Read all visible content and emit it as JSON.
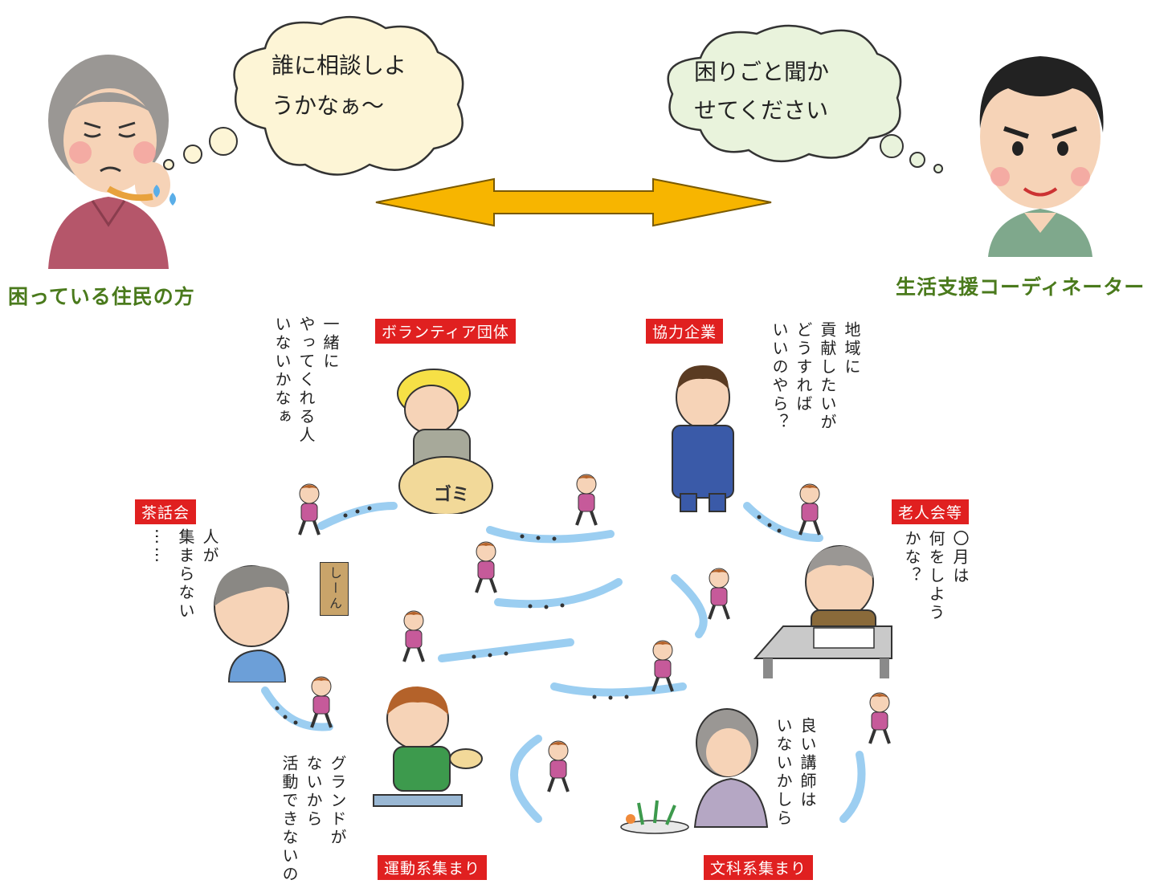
{
  "top": {
    "resident_label": "困っている住民の方",
    "coordinator_label": "生活支援コーディネーター",
    "resident_thought": [
      "誰に相談しよ",
      "うかなぁ～"
    ],
    "coordinator_thought": [
      "困りごと聞か",
      "せてください"
    ],
    "arrow_color": "#f7b500",
    "label_color": "#4a7a1c"
  },
  "groups": {
    "volunteer": {
      "tag": "ボランティア団体",
      "voice": [
        "一緒に",
        "やってくれる人",
        "いないかなぁ"
      ],
      "bag_text": "ゴミ"
    },
    "company": {
      "tag": "協力企業",
      "voice": [
        "地域に",
        "貢献したいが",
        "どうすれば",
        "いいのやら？"
      ]
    },
    "tea_party": {
      "tag": "茶話会",
      "voice": [
        "人が",
        "集まらない",
        "……"
      ]
    },
    "elderly_club": {
      "tag": "老人会等",
      "voice": [
        "〇月は",
        "何をしよう",
        "かな？"
      ]
    },
    "sports": {
      "tag": "運動系集まり",
      "voice": [
        "グランドが",
        "ないから",
        "活動できないの"
      ]
    },
    "culture": {
      "tag": "文科系集まり",
      "voice": [
        "良い講師は",
        "いないかしら"
      ]
    },
    "tea_sign": "しーん"
  },
  "colors": {
    "tag_bg": "#e02020",
    "trail": "#5aaee8",
    "bubble_fill_left": "#fdf5d6",
    "bubble_fill_right": "#e9f3dc"
  }
}
